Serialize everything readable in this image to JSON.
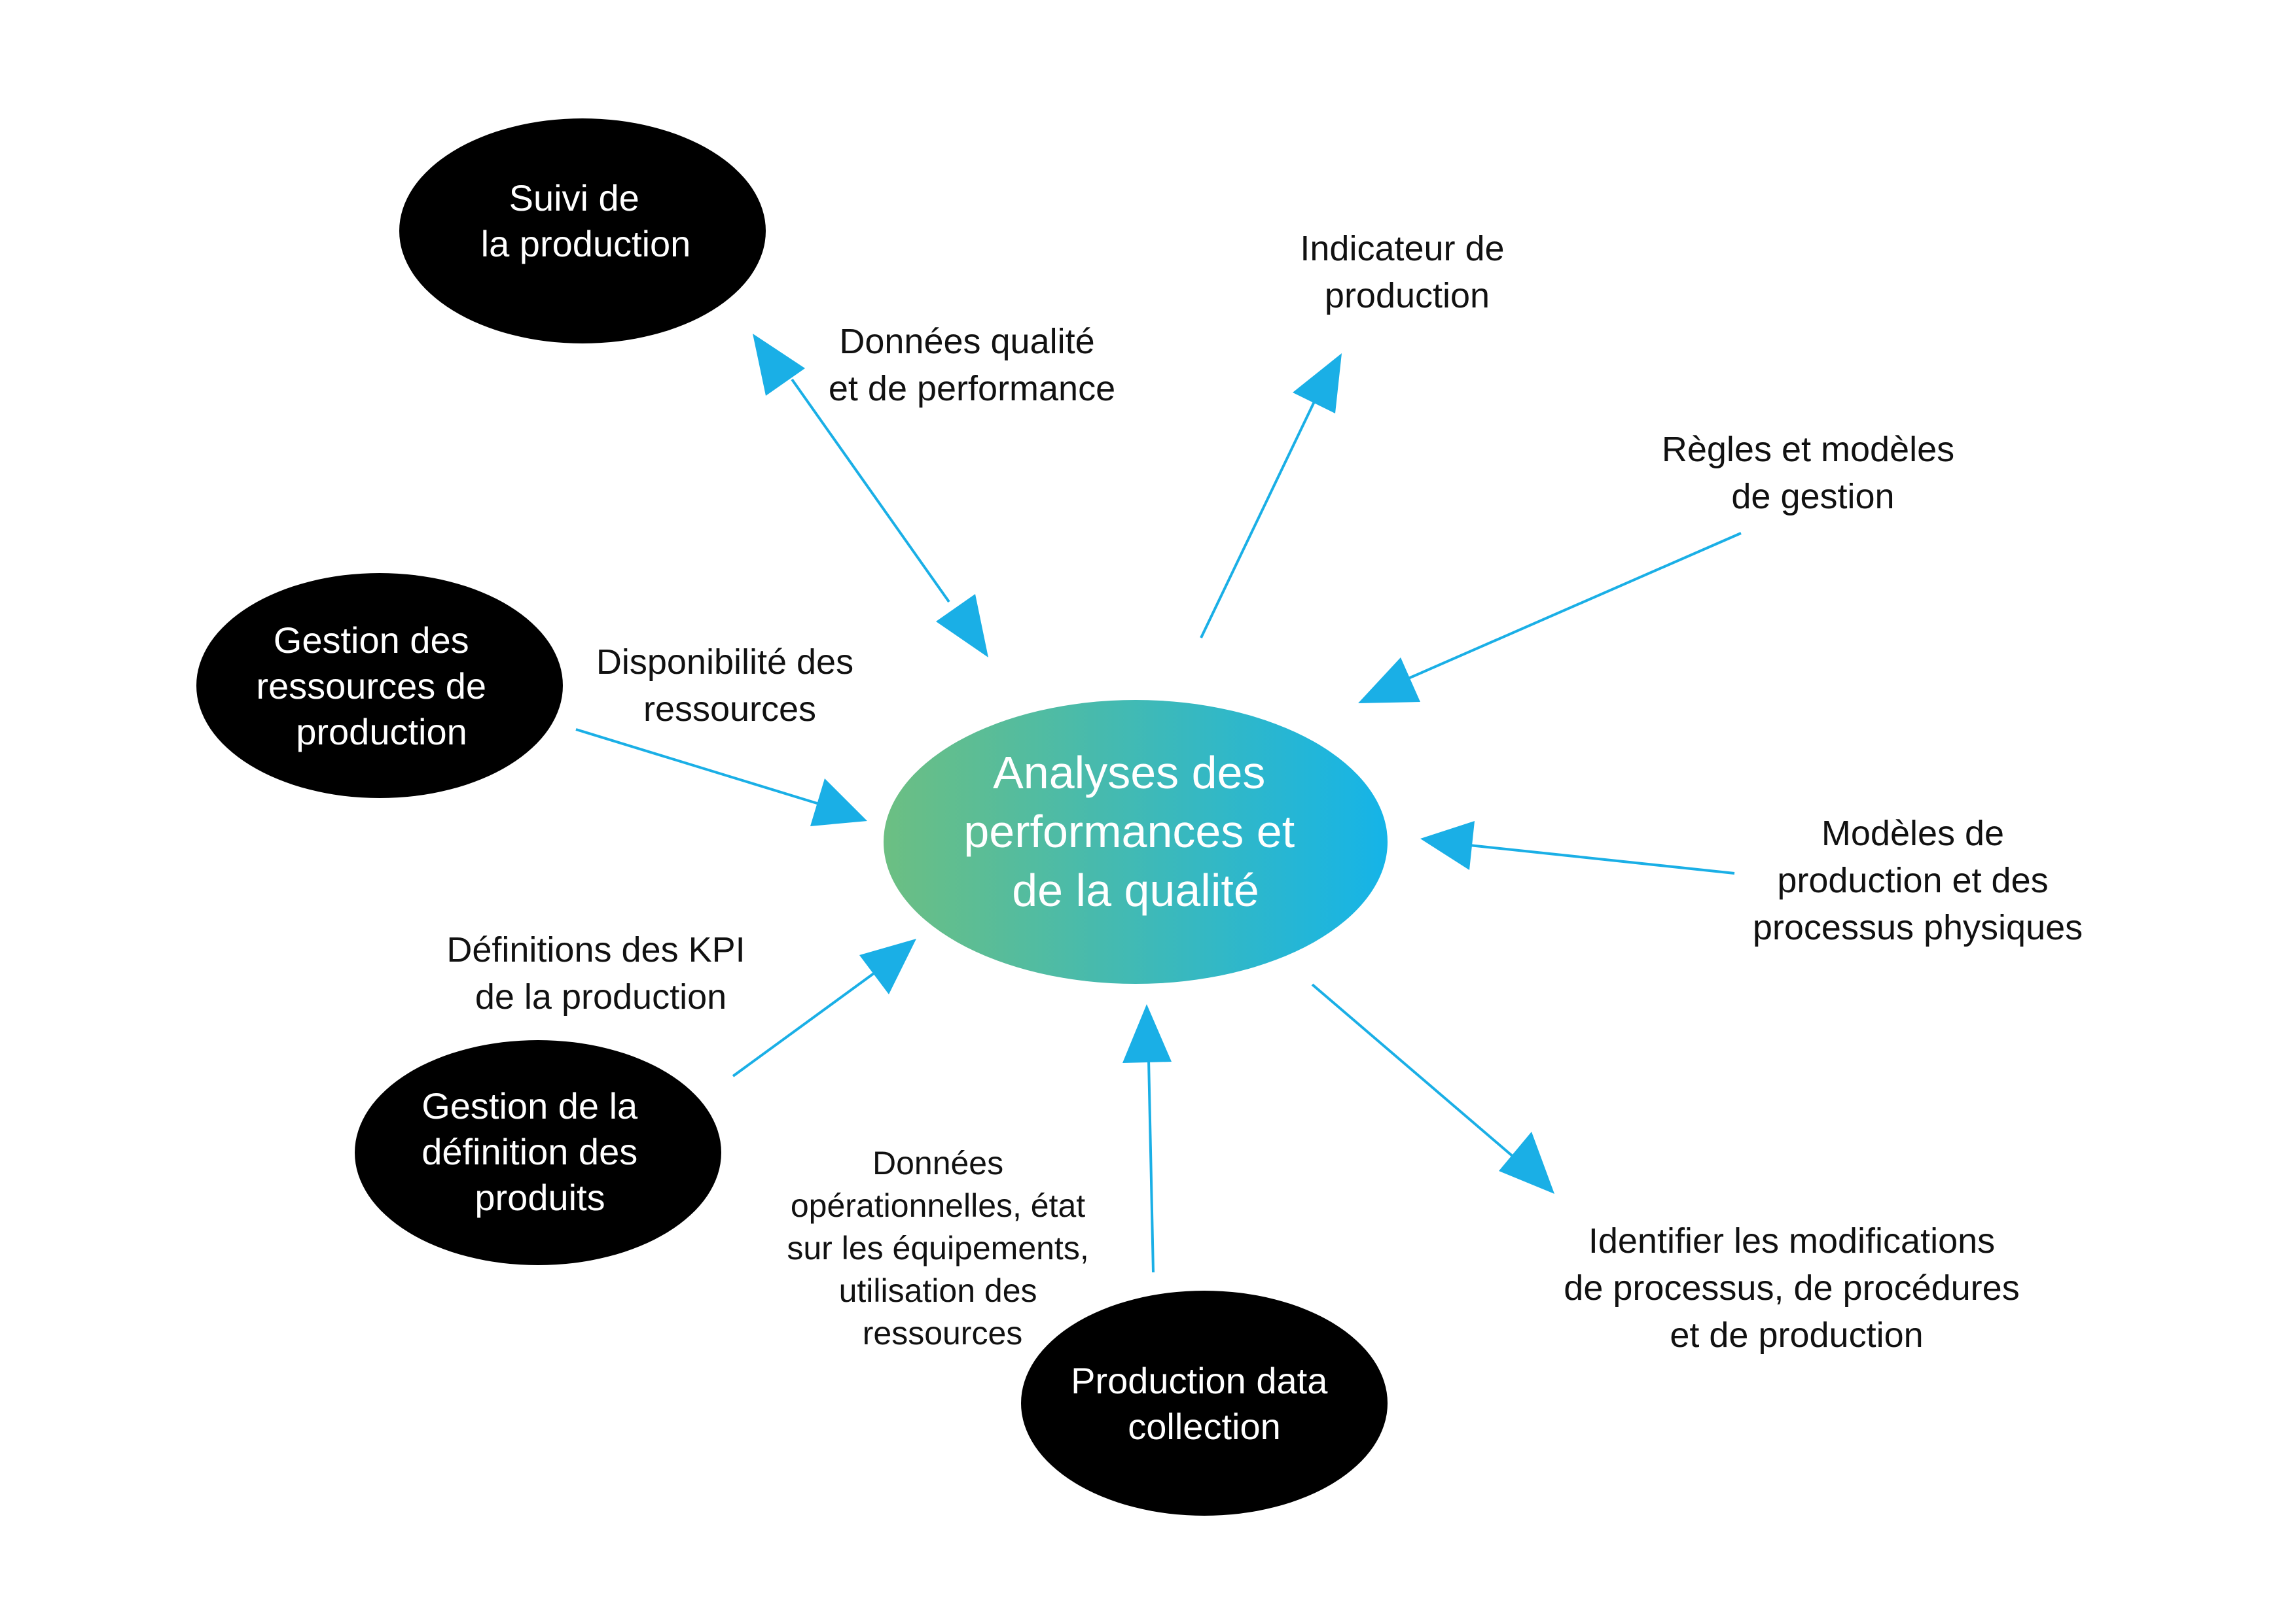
{
  "center": {
    "lines": [
      "Analyses des",
      "performances et",
      "de la qualité"
    ],
    "gradient": [
      "#6cbf82",
      "#15b4e8"
    ]
  },
  "nodes": [
    {
      "id": "suivi",
      "lines": [
        "Suivi de",
        "la production"
      ]
    },
    {
      "id": "ressources",
      "lines": [
        "Gestion des",
        "ressources de",
        "production"
      ]
    },
    {
      "id": "definition",
      "lines": [
        "Gestion de la",
        "définition des",
        "produits"
      ]
    },
    {
      "id": "collection",
      "lines": [
        "Production data",
        "collection"
      ]
    }
  ],
  "flows": [
    {
      "id": "qualite",
      "lines": [
        "Données qualité",
        "et de performance"
      ]
    },
    {
      "id": "indicateur",
      "lines": [
        "Indicateur de",
        "production"
      ]
    },
    {
      "id": "regles",
      "lines": [
        "Règles et modèles",
        "de gestion"
      ]
    },
    {
      "id": "disponibilite",
      "lines": [
        "Disponibilité des",
        "ressources"
      ]
    },
    {
      "id": "modeles",
      "lines": [
        "Modèles de",
        "production et des",
        "processus physiques"
      ]
    },
    {
      "id": "kpi",
      "lines": [
        "Définitions des KPI",
        "de la production"
      ]
    },
    {
      "id": "operationnelles",
      "lines": [
        "Données",
        "opérationnelles, état",
        "sur les équipements,",
        "utilisation des",
        "ressources"
      ]
    },
    {
      "id": "identifier",
      "lines": [
        "Identifier les modifications",
        "de processus, de procédures",
        "et de production"
      ]
    }
  ],
  "colors": {
    "arrow": "#1aafe6",
    "node_fill": "#000000",
    "node_text": "#ffffff",
    "label_text": "#111111"
  }
}
